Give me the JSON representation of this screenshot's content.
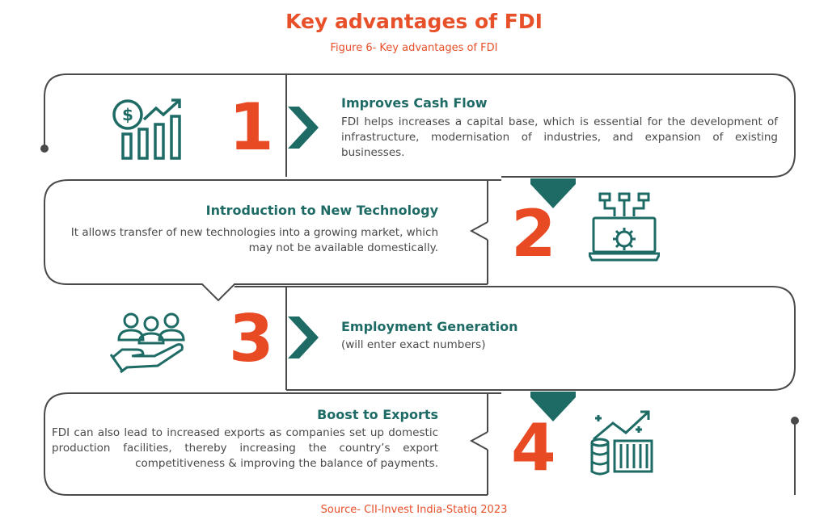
{
  "title": "Key advantages of FDI",
  "subtitle": "Figure 6- Key advantages of FDI",
  "source": "Source- CII-Invest India-Statiq 2023",
  "colors": {
    "accent": "#e84a23",
    "teal": "#1e6b66",
    "outline": "#4a4a4a"
  },
  "steps": [
    {
      "number": "1",
      "heading": "Improves Cash Flow",
      "body": "FDI helps increases a capital base, which is essential for the development of infrastructure, modernisation of industries, and expansion of existing businesses.",
      "icon": "dollar-growth-chart-icon"
    },
    {
      "number": "2",
      "heading": "Introduction to New Technology",
      "body": "It allows transfer of new technologies into a growing market, which may not be available domestically.",
      "icon": "laptop-gear-network-icon"
    },
    {
      "number": "3",
      "heading": "Employment Generation",
      "body": "(will enter exact numbers)",
      "icon": "people-hand-icon"
    },
    {
      "number": "4",
      "heading": "Boost to Exports",
      "body": "FDI can also lead to increased exports as companies set up domestic production facilities, thereby increasing the country’s export competitiveness & improving the balance of payments.",
      "icon": "coins-container-growth-icon"
    }
  ]
}
